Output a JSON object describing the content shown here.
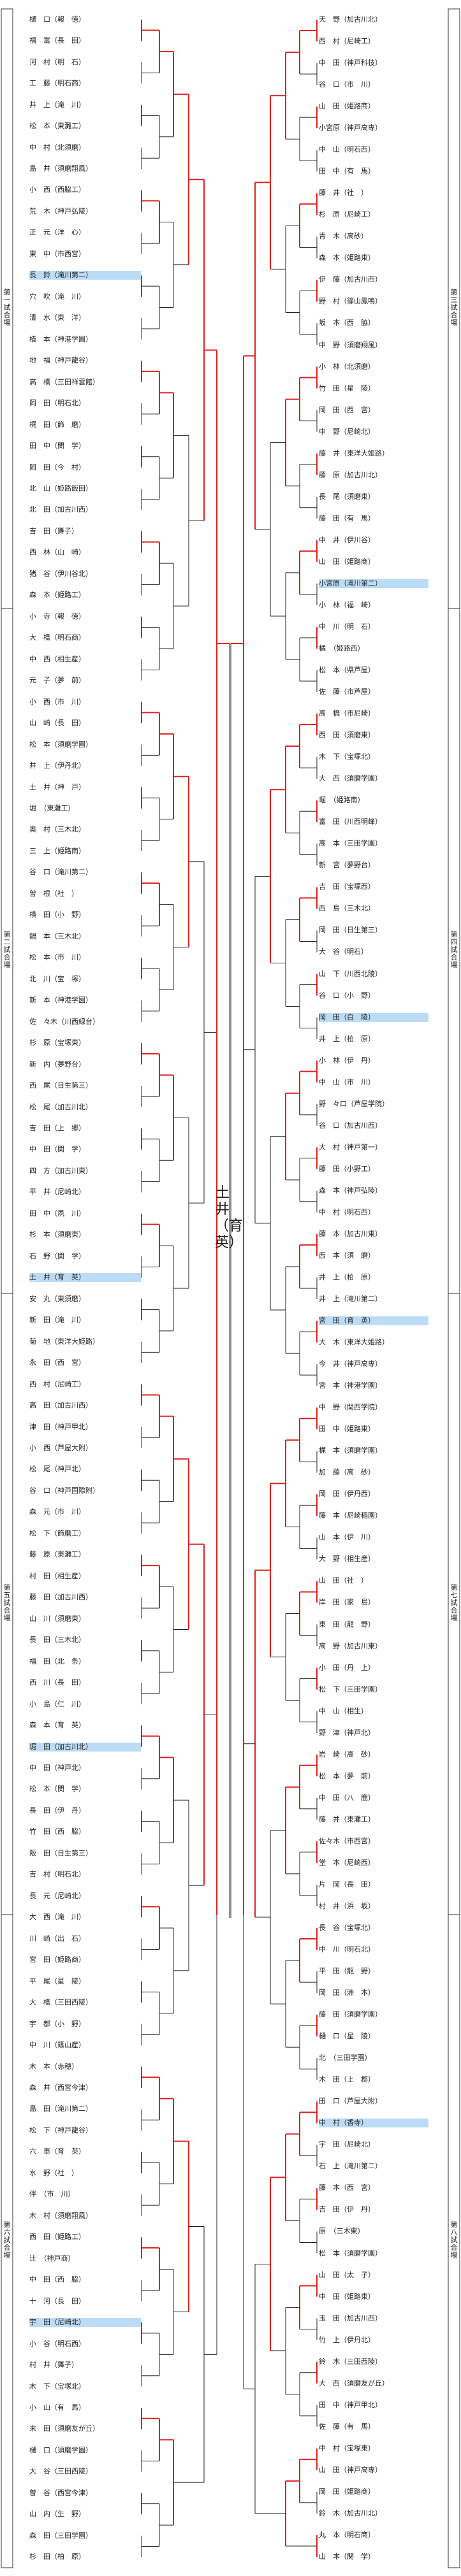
{
  "champion": "土井（育英）",
  "sections": {
    "left": [
      "第一試合場",
      "第二試合場",
      "第五試合場",
      "第六試合場"
    ],
    "right": [
      "第三試合場",
      "第四試合場",
      "第七試合場",
      "第八試合場"
    ]
  },
  "left_names": [
    "樋　口（報　徳）",
    "福　富（長　田）",
    "河　村（明　石）",
    "工　藤（明石商）",
    "井　上（滝　川）",
    "松　本（東灘工）",
    "中　村（北須磨）",
    "島　井（須磨翔風）",
    "小　西（西脇工）",
    "荒　木（神戸弘陵）",
    "正　元（洋　心）",
    "東　中（市西宮）",
    "長　鈴（滝川第二）",
    "穴　吹（滝　川）",
    "清　水（東　洋）",
    "植　本（神港学園）",
    "地　福（神戸龍谷）",
    "高　橋（三田祥雲館）",
    "岡　田（明石北）",
    "梶　田（飾　磨）",
    "田　中（関　学）",
    "岡　田（今　村）",
    "北　山（姫路飯田）",
    "北　田（加古川西）",
    "吉　田（舞子）",
    "西　林（山　崎）",
    "猪　谷（伊川谷北）",
    "森　本（姫路工）",
    "小　寺（報　徳）",
    "大　橋（明石商）",
    "中　西（相生産）",
    "元　子（夢　前）",
    "小　西（市　川）",
    "山　崎（長　田）",
    "松　本（須磨学園）",
    "井　上（伊丹北）",
    "土　井（神　戸）",
    "堀　（東灘工）",
    "奥　村（三木北）",
    "三　上（姫路南）",
    "谷　口（滝川第二）",
    "曽　根（社　）",
    "横　田（小　野）",
    "鍋　本（三木北）",
    "松　本（市　川）",
    "北　川（宝　塚）",
    "新　本（神港学園）",
    "佐　々木（川西緑台）",
    "杉　原（宝塚東）",
    "新　内（夢野台）",
    "西　尾（日生第三）",
    "松　尾（加古川北）",
    "吉　田（上　郷）",
    "中　田（関　学）",
    "四　方（加古川東）",
    "平　井（尼崎北）",
    "田　中（夙　川）",
    "杉　本（須磨東）",
    "石　野（関　学）",
    "土　井（育　英）",
    "安　丸（東須磨）",
    "新　田（滝　川）",
    "菊　地（東洋大姫路）",
    "永　田（西　宮）",
    "西　村（尼崎工）",
    "高　田（加古川西）",
    "津　田（神戸甲北）",
    "小　西（芦屋大附）",
    "松　尾（神戸北）",
    "谷　口（神戸国際附）",
    "森　元（市　川）",
    "松　下（飾磨工）",
    "藤　原（東灘工）",
    "村　田（相生産）",
    "藤　田（加古川西）",
    "山　川（須磨東）",
    "長　田（三木北）",
    "福　田（北　条）",
    "西　川（長　田）",
    "小　島（仁　川）",
    "森　本（育　英）",
    "堀　田（加古川北）",
    "中　田（神戸北）",
    "松　本（関　学）",
    "長　田（伊　丹）",
    "竹　田（西　脇）",
    "阪　田（日生第三）",
    "吉　村（明石北）",
    "長　元（尼崎北）",
    "大　西（滝　川）",
    "川　崎（出　石）",
    "宮　田（姫路商）",
    "平　尾（星　陵）",
    "大　橋（三田西陵）",
    "宇　都（小　野）",
    "中　川（篠山産）",
    "木　本（赤穂）",
    "森　井（西宮今津）",
    "島　田（滝川第二）",
    "松　下（神戸龍谷）",
    "六　車（育　英）",
    "水　野（社　）",
    "伴　（市　川）",
    "木　村（須磨翔風）",
    "西　田（姫路工）",
    "辻　（神戸商）",
    "中　田（西　脇）",
    "十　河（長　田）",
    "宇　田（尼崎北）",
    "小　谷（明石西）",
    "村　井（舞子）",
    "木　下（宝塚北）",
    "小　山（有　馬）",
    "末　田（須磨友が丘）",
    "樋　口（須磨学園）",
    "大　谷（三田西陵）",
    "曽　谷（西宮今津）",
    "山　内（生　野）",
    "森　田（三田学園）",
    "杉　田（柏　原）"
  ],
  "right_names": [
    "天　野（加古川北）",
    "西　村（尼崎工）",
    "中　田（神戸科技）",
    "谷　口（市　川）",
    "山　田（姫路商）",
    "小宮原（神戸高専）",
    "中　山（明石西）",
    "田　中（有　馬）",
    "藤　井（社　）",
    "杉　原（尼崎工）",
    "青　木（高砂）",
    "森　本（姫路東）",
    "伊　藤（加古川西）",
    "野　村（篠山鳳鳴）",
    "坂　本（西　脇）",
    "中　野（須磨翔風）",
    "小　林（北須磨）",
    "竹　田（星　陵）",
    "岡　田（西　宮）",
    "中　野（尼崎北）",
    "藤　井（東洋大姫路）",
    "藤　原（加古川北）",
    "長　尾（須磨東）",
    "藤　田（有　馬）",
    "中　井（伊川谷）",
    "山　田（姫路商）",
    "小宮原（滝川第二）",
    "小　林（福　崎）",
    "中　川（明　石）",
    "橘　（姫路西）",
    "松　本（県芦屋）",
    "佐　藤（市芦屋）",
    "高　橋（市尼崎）",
    "西　田（須磨東）",
    "木　下（宝塚北）",
    "大　西（須磨学園）",
    "堀　（姫路南）",
    "富　田（川西明峰）",
    "高　本（三田学園）",
    "新　宮（夢野台）",
    "吉　田（宝塚西）",
    "西　島（三木北）",
    "岡　田（日生第三）",
    "大　谷（明石）",
    "山　下（川西北陵）",
    "谷　口（小　野）",
    "岡　田（白　陵）",
    "井　上（柏　原）",
    "小　林（伊　丹）",
    "中　山（市　川）",
    "野　々口（芦屋学院）",
    "谷　口（加古川西）",
    "大　村（神戸第一）",
    "藤　田（小野工）",
    "森　本（神戸弘陵）",
    "中　村（明石西）",
    "藤　本（加古川東）",
    "西　本（須　磨）",
    "井　上（柏　原）",
    "井　上（滝川第二）",
    "宮　田（育　英）",
    "大　木（東洋大姫路）",
    "今　井（神戸高専）",
    "宮　本（神港学園）",
    "中　野（関西学院）",
    "田　中（姫路東）",
    "梶　本（須磨学園）",
    "加　藤（高　砂）",
    "岡　田（伊丹西）",
    "藤　本（尼崎稲園）",
    "山　本（伊　川）",
    "大　野（相生産）",
    "山　田（社　）",
    "岸　田（家　島）",
    "東　田（龍　野）",
    "高　野（加古川東）",
    "小　田（丹　上）",
    "松　下（三田学園）",
    "中　山（相生）",
    "野　津（神戸北）",
    "岩　崎（高　砂）",
    "松　本（夢　前）",
    "中　田（八　鹿）",
    "藤　井（東灘工）",
    "佐々木（市西宮）",
    "堂　本（尼崎西）",
    "片　岡（長　田）",
    "村　井（浜　坂）",
    "長　谷（宝塚北）",
    "中　川（明石北）",
    "平　田（龍　野）",
    "岡　田（洲　本）",
    "藤　田（須磨学園）",
    "樋　口（星　陵）",
    "北　（三田学園）",
    "木　田（上　郡）",
    "田　口（芦屋大附）",
    "中　村（香寺）",
    "宇　田（尼崎北）",
    "石　上（滝川第二）",
    "藤　本（西　宮）",
    "吉　田（伊　丹）",
    "原　（三木東）",
    "松　本（須磨学園）",
    "山　田（太　子）",
    "中　田（姫路東）",
    "玉　田（加古川西）",
    "竹　上（伊丹北）",
    "鈴　木（三田西陵）",
    "大　西（須磨友が丘）",
    "田　中（神戸甲北）",
    "佐　藤（有　馬）",
    "中　村（宝塚東）",
    "山　田（神戸高専）",
    "岡　田（姫路商）",
    "鈴　木（加古川北）",
    "丸　本（明石商）",
    "山　本（関　学）"
  ]
}
